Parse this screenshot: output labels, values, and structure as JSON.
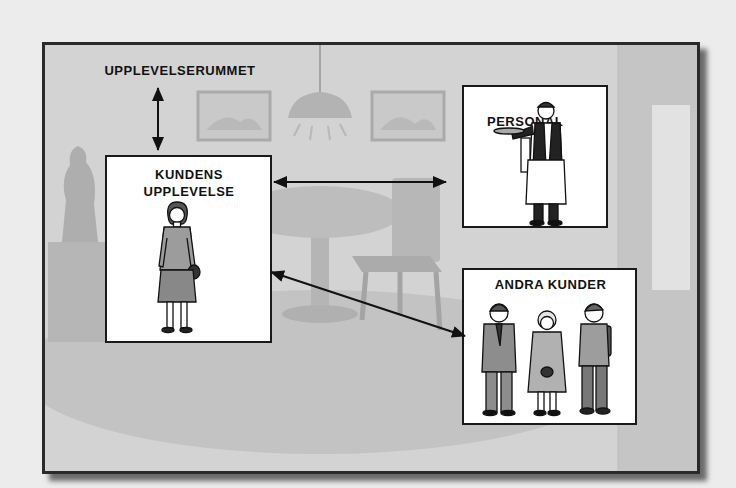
{
  "diagram": {
    "nodes": [
      {
        "text": [
          "UPPLEVELSERUMMET"
        ]
      },
      {
        "text": [
          "KUNDENS UPPLEVELSE"
        ]
      },
      {
        "text": [
          "PERSONAL"
        ]
      },
      {
        "text": [
          "ANDRA KUNDER"
        ]
      }
    ],
    "edges": [
      {
        "from": 0,
        "to": 1,
        "arrow": "both"
      },
      {
        "from": 1,
        "to": 2,
        "arrow": "both"
      },
      {
        "from": 1,
        "to": 3,
        "arrow": "both"
      }
    ]
  }
}
